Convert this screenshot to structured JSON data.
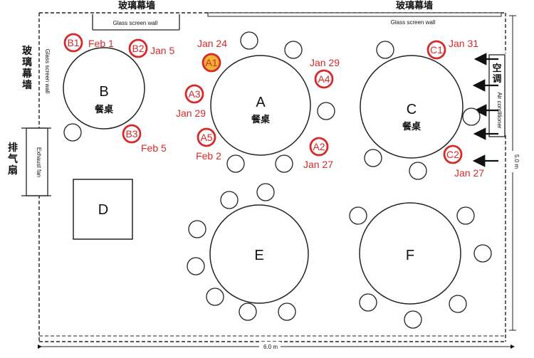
{
  "labels": {
    "glass_wall_cn": "玻璃幕墙",
    "glass_wall_en": "Glass screen wall",
    "aircon_cn": "空调",
    "aircon_en": "Air conditioner",
    "exhaust_cn": "排气扇",
    "exhaust_en": "Exhaust fan",
    "dining_table_cn": "餐桌",
    "width_dim": "6.0 m",
    "height_dim": "5.0 m"
  },
  "tables": [
    {
      "id": "A",
      "sub": "餐桌"
    },
    {
      "id": "B",
      "sub": "餐桌"
    },
    {
      "id": "C",
      "sub": "餐桌"
    },
    {
      "id": "D",
      "sub": ""
    },
    {
      "id": "E",
      "sub": ""
    },
    {
      "id": "F",
      "sub": ""
    }
  ],
  "cases": [
    {
      "id": "A1",
      "date": "Jan 24",
      "index_case": true
    },
    {
      "id": "A2",
      "date": "Jan 27",
      "index_case": false
    },
    {
      "id": "A3",
      "date": "Jan 29",
      "index_case": false
    },
    {
      "id": "A4",
      "date": "Jan 29",
      "index_case": false
    },
    {
      "id": "A5",
      "date": "Feb 2",
      "index_case": false
    },
    {
      "id": "B1",
      "date": "Feb 1",
      "index_case": false
    },
    {
      "id": "B2",
      "date": "Jan 5",
      "index_case": false
    },
    {
      "id": "B3",
      "date": "Feb 5",
      "index_case": false
    },
    {
      "id": "C1",
      "date": "Jan 31",
      "index_case": false
    },
    {
      "id": "C2",
      "date": "Jan 27",
      "index_case": false
    }
  ],
  "colors": {
    "case_ring": "#d42a2a",
    "case_text": "#d42a2a",
    "index_fill": "#f2b233",
    "line": "#222222"
  }
}
